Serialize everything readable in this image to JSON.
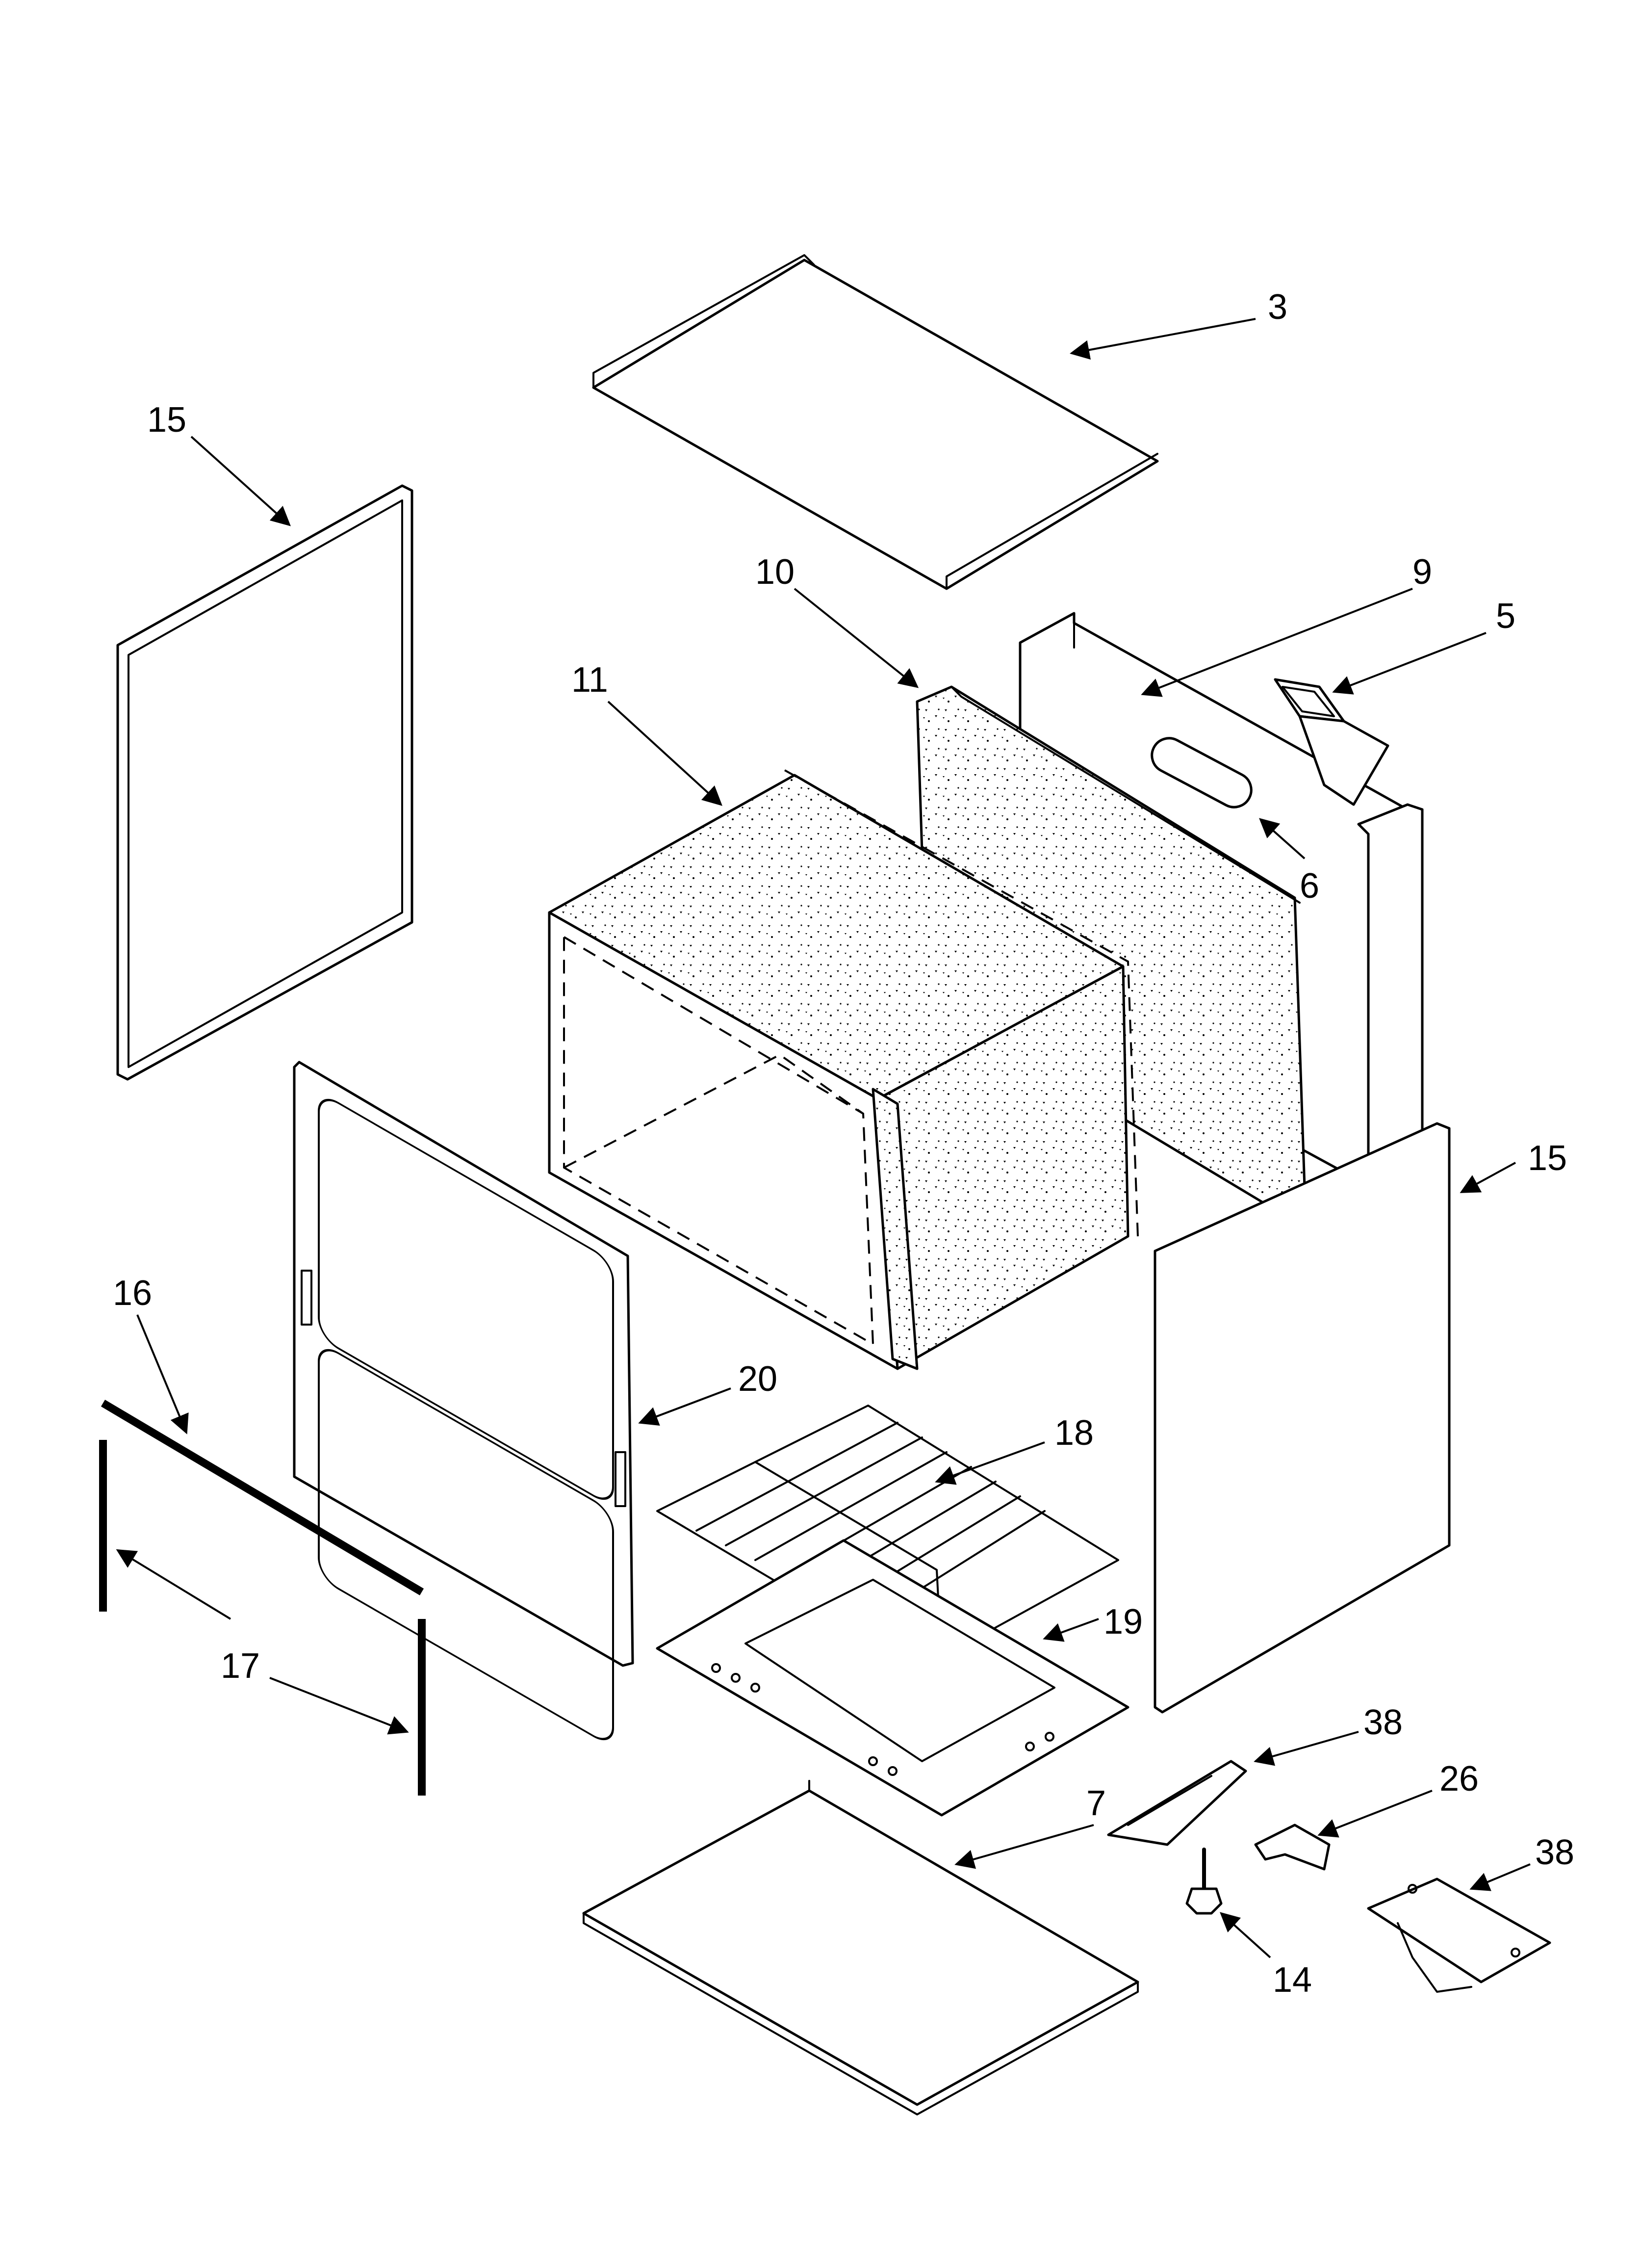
{
  "diagram": {
    "type": "exploded parts diagram",
    "line_color": "#000000",
    "background_color": "#ffffff",
    "callouts": [
      {
        "id": "c3",
        "label": "3"
      },
      {
        "id": "c15a",
        "label": "15"
      },
      {
        "id": "c10",
        "label": "10"
      },
      {
        "id": "c9",
        "label": "9"
      },
      {
        "id": "c5",
        "label": "5"
      },
      {
        "id": "c11",
        "label": "11"
      },
      {
        "id": "c6",
        "label": "6"
      },
      {
        "id": "c15b",
        "label": "15"
      },
      {
        "id": "c16",
        "label": "16"
      },
      {
        "id": "c20",
        "label": "20"
      },
      {
        "id": "c18",
        "label": "18"
      },
      {
        "id": "c19",
        "label": "19"
      },
      {
        "id": "c17",
        "label": "17"
      },
      {
        "id": "c38a",
        "label": "38"
      },
      {
        "id": "c26",
        "label": "26"
      },
      {
        "id": "c7",
        "label": "7"
      },
      {
        "id": "c38b",
        "label": "38"
      },
      {
        "id": "c14",
        "label": "14"
      }
    ]
  }
}
